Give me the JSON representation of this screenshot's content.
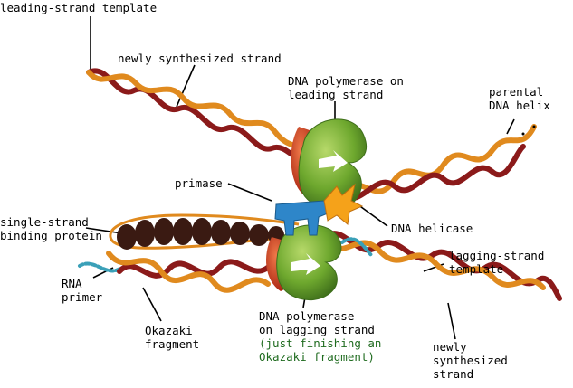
{
  "labels": {
    "leading_template": "leading-strand template",
    "new_strand_top": "newly synthesized strand",
    "pol_leading": [
      "DNA polymerase on",
      "leading strand"
    ],
    "parental": [
      "parental",
      "DNA helix"
    ],
    "primase": "primase",
    "ssb": [
      "single-strand",
      "binding protein"
    ],
    "helicase": "DNA helicase",
    "rna_primer": [
      "RNA",
      "primer"
    ],
    "lagging_template": [
      "lagging-strand",
      "template"
    ],
    "okazaki": [
      "Okazaki",
      "fragment"
    ],
    "pol_lagging": [
      "DNA polymerase",
      "on lagging strand"
    ],
    "pol_lagging_note": [
      "(just finishing an",
      "Okazaki fragment)"
    ],
    "new_strand_bottom": [
      "newly",
      "synthesized",
      "strand"
    ]
  },
  "colors": {
    "strand_dark": "#8b1a1a",
    "strand_orange": "#e08a1e",
    "primer": "#3aa0b8",
    "polymerase": "#5f9a2a",
    "clamp": "#d2401c",
    "primase": "#2e86c9",
    "helicase": "#f5a21a",
    "ssb": "#3a1a12",
    "note_text": "#1f6b1f"
  }
}
